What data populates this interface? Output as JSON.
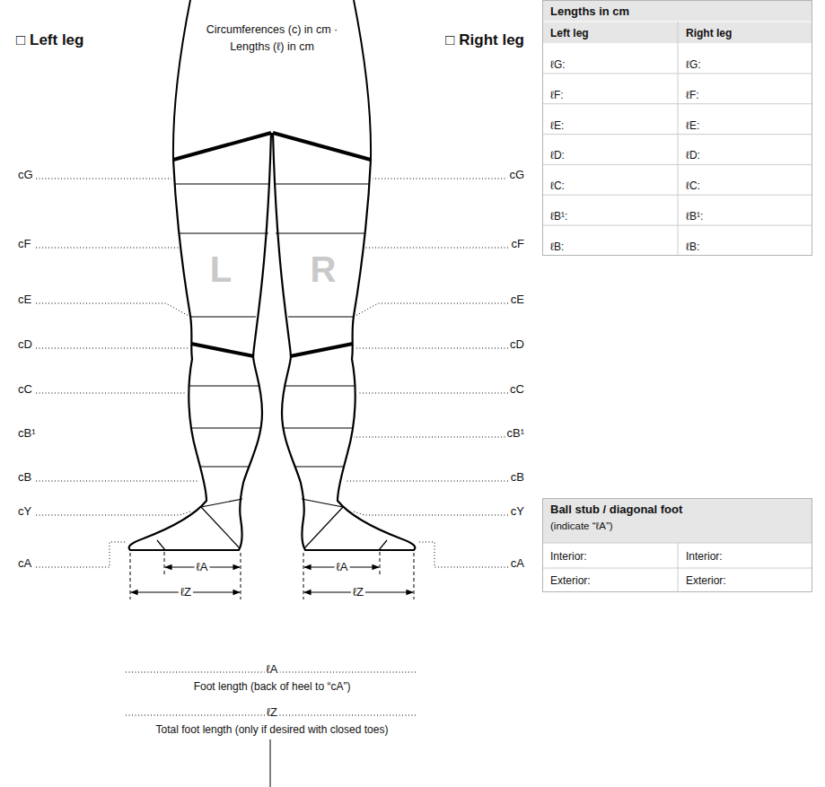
{
  "diagram": {
    "nodes": [
      {
        "text": [
          "Lengths in cm"
        ]
      },
      {
        "text": [
          "Ball stub / diagonal foot",
          "(indicate “ℓA”)"
        ]
      }
    ],
    "labels": [
      "□ Left leg",
      "Circumferences (c) in cm · Lengths (ℓ) in cm",
      "□ Right leg",
      "cG",
      "cF",
      "cE",
      "cD",
      "cC",
      "cB¹",
      "cB",
      "cY",
      "cA",
      "cG",
      "cF",
      "cE",
      "cD",
      "cC",
      "cB¹",
      "cB",
      "cY",
      "cA",
      "L",
      "R",
      "ℓA",
      "ℓZ",
      "ℓA",
      "ℓZ",
      "ℓA",
      "Foot length (back of heel to “cA”)",
      "ℓZ",
      "Total foot length (only if desired with closed toes)",
      "Left leg",
      "Right leg",
      "ℓG:",
      "ℓG:",
      "ℓF:",
      "ℓF:",
      "ℓE:",
      "ℓE:",
      "ℓD:",
      "ℓD:",
      "ℓC:",
      "ℓC:",
      "ℓB¹:",
      "ℓB¹:",
      "ℓB:",
      "ℓB:",
      "Interior:",
      "Interior:",
      "Exterior:",
      "Exterior:"
    ]
  }
}
